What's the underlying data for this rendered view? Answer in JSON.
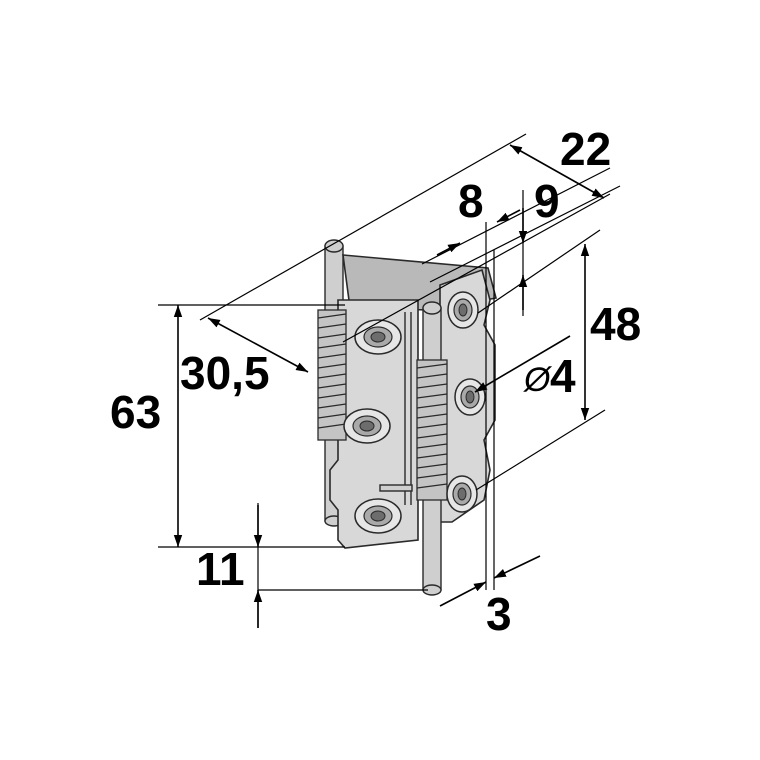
{
  "dimensions": {
    "width_22": "22",
    "hole_spacing_8": "8",
    "offset_9": "9",
    "height_48": "48",
    "diameter_symbol": "Ø",
    "diameter_4": "4",
    "leaf_30_5": "30,5",
    "height_63": "63",
    "offset_11": "11",
    "thickness_3": "3"
  }
}
